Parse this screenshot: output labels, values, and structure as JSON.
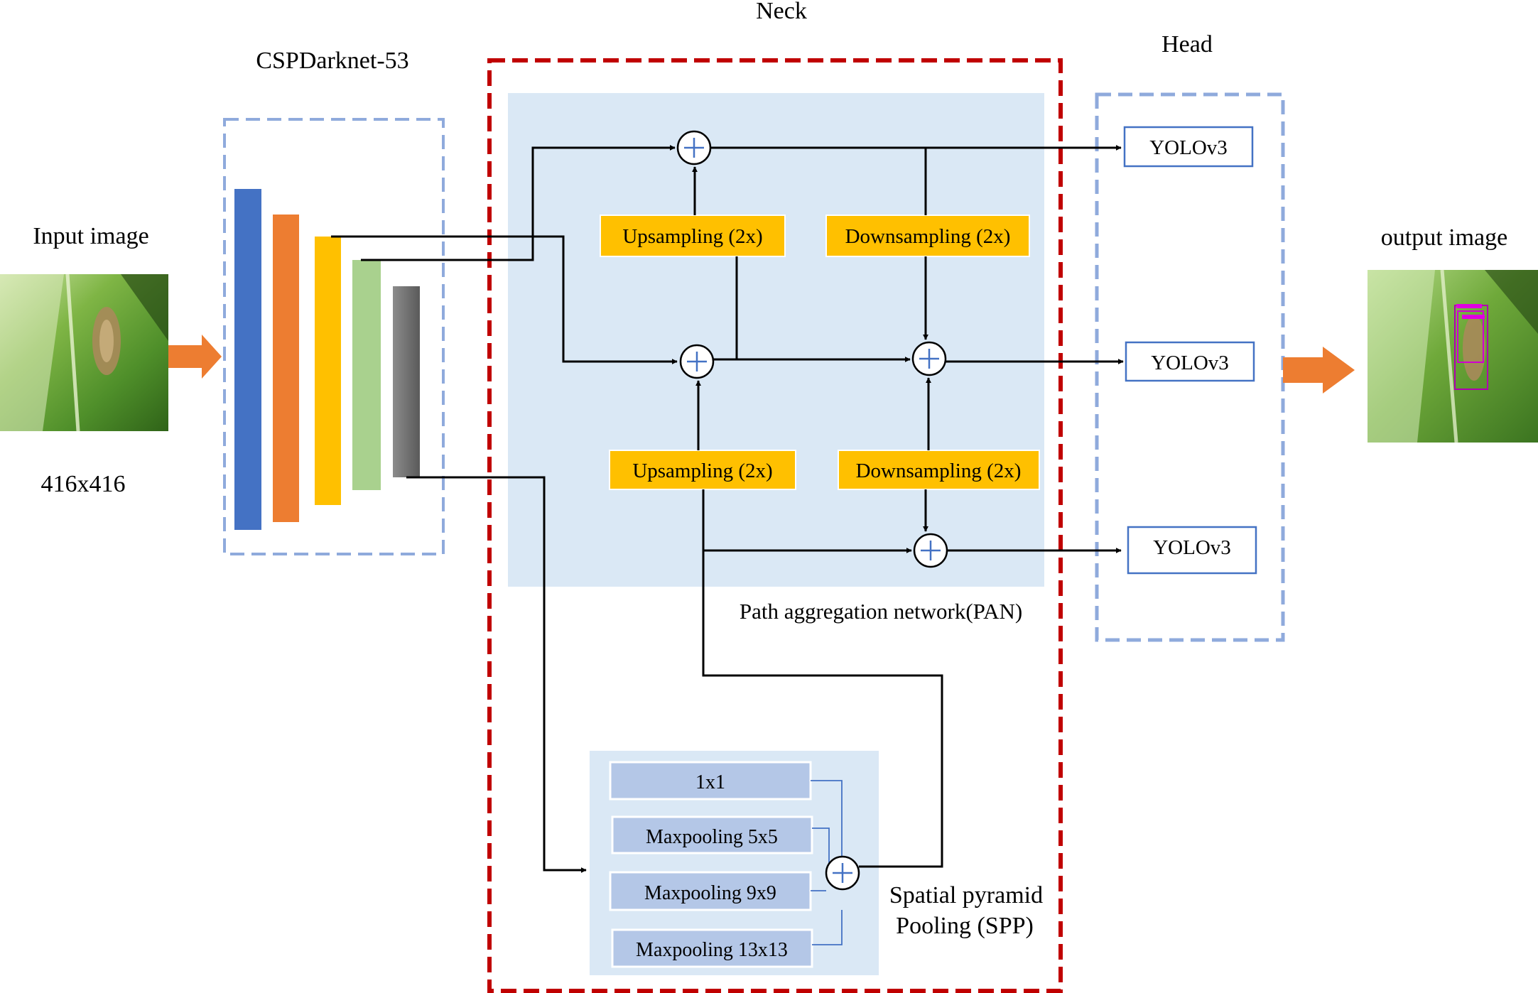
{
  "labels": {
    "neck": "Neck",
    "head": "Head",
    "backbone": "CSPDarknet-53",
    "input_image": "Input image",
    "input_size": "416x416",
    "output_image": "output image",
    "pan": "Path aggregation network(PAN)",
    "spp_line1": "Spatial pyramid",
    "spp_line2": "Pooling (SPP)"
  },
  "pan_blocks": {
    "upsampling_top": "Upsampling (2x)",
    "downsampling_top": "Downsampling (2x)",
    "upsampling_bottom": "Upsampling (2x)",
    "downsampling_bottom": "Downsampling (2x)"
  },
  "head_blocks": [
    "YOLOv3",
    "YOLOv3",
    "YOLOv3"
  ],
  "spp_blocks": [
    "1x1",
    "Maxpooling 5x5",
    "Maxpooling 9x9",
    "Maxpooling 13x13"
  ],
  "colors": {
    "backbone_layers": [
      "#4472c4",
      "#ed7d31",
      "#ffc000",
      "#a9d18e",
      "#7f7f7f"
    ],
    "dashed_blue": "#8faadc",
    "dashed_red": "#c00000",
    "pan_background": "#dae8f5",
    "op_block": "#ffc000",
    "spp_block": "#b4c7e7",
    "arrow_orange": "#ed7d31",
    "head_block_border": "#4472c4"
  },
  "icons": {
    "sum_node": "circle-plus-icon",
    "arrow": "right-arrow-icon"
  }
}
